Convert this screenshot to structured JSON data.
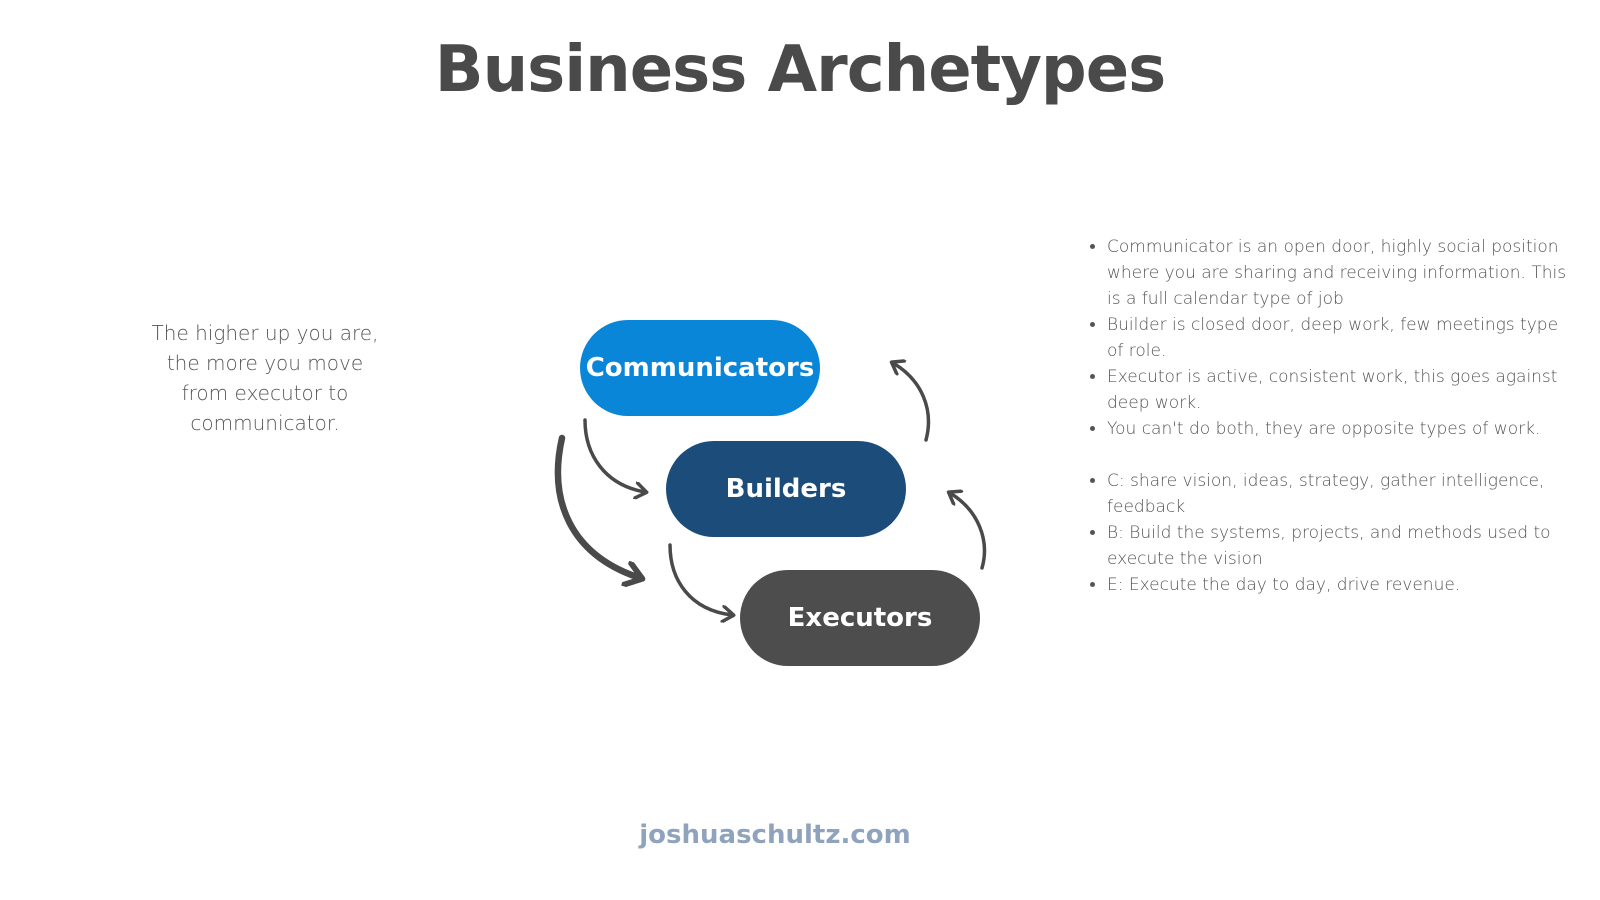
{
  "title": "Business Archetypes",
  "side_note": "The higher up you are, the more you move from executor to communicator.",
  "diagram": {
    "nodes": [
      {
        "label": "Communicators",
        "color": "#0a86d8"
      },
      {
        "label": "Builders",
        "color": "#1c4d7a"
      },
      {
        "label": "Executors",
        "color": "#4d4d4d"
      }
    ],
    "arrow_color": "#4a4a4a"
  },
  "bullets": {
    "group1": [
      "Communicator is an open door, highly social position where you are sharing and receiving information. This is a full calendar type of job",
      "Builder is closed door, deep work, few meetings type of role.",
      "Executor is active, consistent work, this goes against deep work.",
      "You can't do both, they are opposite types of work."
    ],
    "group2": [
      "C: share vision, ideas, strategy, gather intelligence, feedback",
      "B: Build the systems,  projects, and methods used to execute the vision",
      "E: Execute the day to day, drive revenue."
    ]
  },
  "footer": "joshuaschultz.com"
}
